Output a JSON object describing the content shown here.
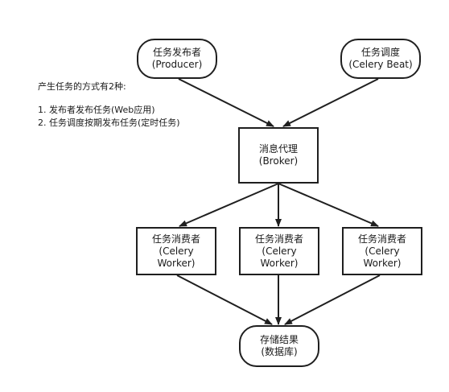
{
  "nodes": {
    "producer": {
      "line1": "任务发布者",
      "line2": "(Producer)"
    },
    "beat": {
      "line1": "任务调度",
      "line2": "(Celery Beat)"
    },
    "broker": {
      "line1": "消息代理",
      "line2": "(Broker)"
    },
    "worker1": {
      "line1": "任务消费者",
      "line2": "(Celery",
      "line3": "Worker)"
    },
    "worker2": {
      "line1": "任务消费者",
      "line2": "(Celery",
      "line3": "Worker)"
    },
    "worker3": {
      "line1": "任务消费者",
      "line2": "(Celery",
      "line3": "Worker)"
    },
    "storage": {
      "line1": "存储结果",
      "line2": "(数据库)"
    }
  },
  "note": {
    "heading": "产生任务的方式有2种:",
    "item1": "1. 发布者发布任务(Web应用)",
    "item2": "2. 任务调度按期发布任务(定时任务)"
  },
  "colors": {
    "stroke": "#1f1f1f",
    "background": "#ffffff",
    "text": "#1a1a1a"
  }
}
